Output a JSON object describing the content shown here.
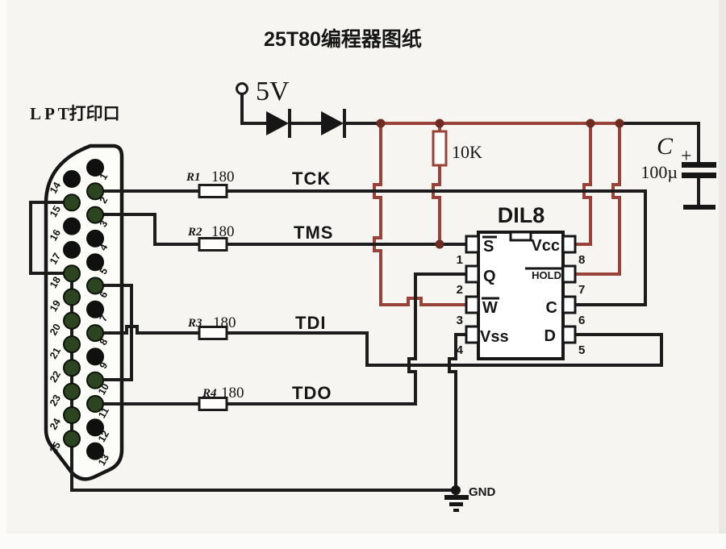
{
  "title": "25T80编程器图纸",
  "lpt": {
    "label": "L P T打印口",
    "right_pin_numbers": [
      "1",
      "2",
      "3",
      "4",
      "5",
      "6",
      "7",
      "8",
      "9",
      "10",
      "11",
      "12",
      "13"
    ],
    "left_pin_numbers": [
      "14",
      "15",
      "16",
      "17",
      "18",
      "19",
      "20",
      "21",
      "22",
      "23",
      "24",
      "25"
    ],
    "connected_pins": [
      2,
      3,
      6,
      8,
      10,
      11,
      15,
      18,
      19,
      20,
      21,
      22,
      23,
      24,
      25
    ]
  },
  "power": {
    "v5": "5V",
    "pullup": "10K",
    "cap_name": "C",
    "cap_plus": "+",
    "cap_value": "100µ"
  },
  "resistors": {
    "r1": {
      "name": "R1",
      "value": "180"
    },
    "r2": {
      "name": "R2",
      "value": "180"
    },
    "r3": {
      "name": "R3",
      "value": "180"
    },
    "r4": {
      "name": "R4",
      "value": "180"
    }
  },
  "signals": {
    "tck": "TCK",
    "tms": "TMS",
    "tdi": "TDI",
    "tdo": "TDO"
  },
  "gnd": "GND",
  "chip": {
    "name": "DIL8",
    "left_pins": [
      {
        "num": "1",
        "label": "S",
        "overline": true
      },
      {
        "num": "2",
        "label": "Q",
        "overline": false
      },
      {
        "num": "3",
        "label": "W",
        "overline": true
      },
      {
        "num": "4",
        "label": "Vss",
        "overline": false
      }
    ],
    "right_pins": [
      {
        "num": "8",
        "label": "Vcc",
        "overline": false
      },
      {
        "num": "7",
        "label": "HOLD",
        "overline": true
      },
      {
        "num": "6",
        "label": "C",
        "overline": false
      },
      {
        "num": "5",
        "label": "D",
        "overline": false
      }
    ]
  },
  "colors": {
    "wire": "#1c1c1c",
    "power_wire": "#99423a",
    "junction": "#6e2b21",
    "pin_connected": "#2c441f",
    "pin_plain": "#101010",
    "background": "#f6f5f2"
  }
}
